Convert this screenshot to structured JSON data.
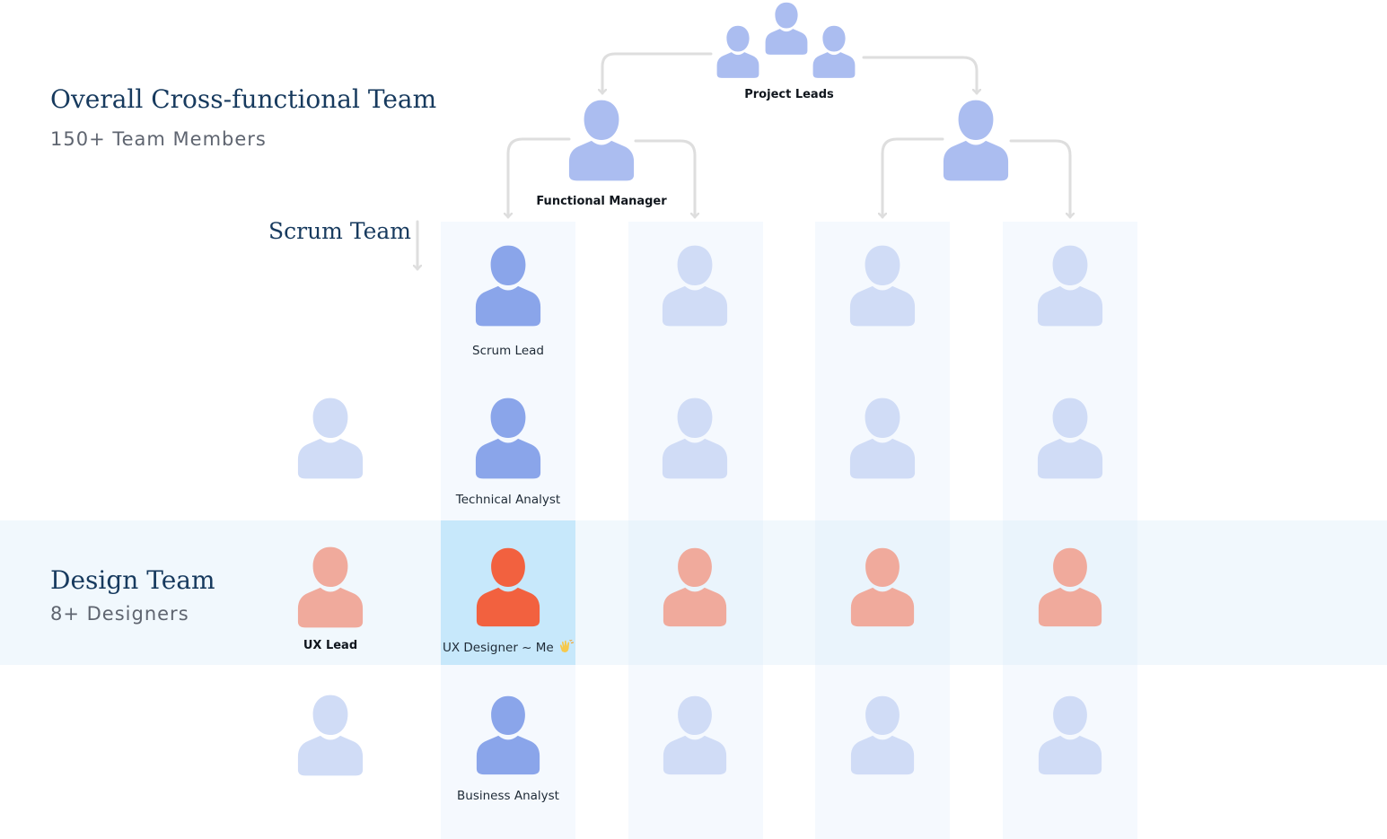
{
  "header": {
    "title": "Overall Cross-functional Team",
    "subtitle": "150+ Team Members"
  },
  "scrum": {
    "title": "Scrum Team"
  },
  "design": {
    "title": "Design Team",
    "subtitle": "8+ Designers"
  },
  "roles": {
    "project_leads": "Project Leads",
    "functional_manager": "Functional Manager",
    "scrum_lead": "Scrum Lead",
    "technical_analyst": "Technical Analyst",
    "ux_lead": "UX Lead",
    "ux_designer_me": "UX Designer ~ Me",
    "business_analyst": "Business Analyst"
  },
  "icons": {
    "person": "person-icon",
    "clapping_hands": "clapping-hands-icon",
    "arrow_down": "arrow-down-icon"
  },
  "colors": {
    "leadership": "#abbdf0",
    "scrum_highlight": "#8aa5ea",
    "scrum_member": "#d0dcf6",
    "design_member": "#f0aa9c",
    "design_me": "#f2613f",
    "heading": "#173a5e",
    "column_bg": "#f5f9fe",
    "me_highlight_bg": "#c7e8fb"
  }
}
